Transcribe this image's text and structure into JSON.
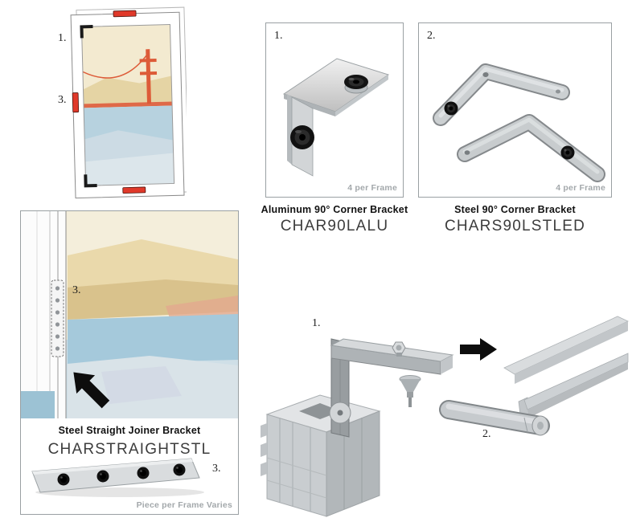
{
  "frame_overview": {
    "callout_corner": "1.",
    "callout_joiner": "3."
  },
  "aluminum_bracket": {
    "callout": "1.",
    "qty_note": "4 per Frame",
    "title": "Aluminum 90° Corner Bracket",
    "sku": "CHAR90LALU"
  },
  "steel_bracket": {
    "callout": "2.",
    "qty_note": "4 per Frame",
    "title": "Steel 90° Corner Bracket",
    "sku": "CHARS90LSTLED"
  },
  "straight_bracket": {
    "detail_callout": "3.",
    "title": "Steel Straight Joiner Bracket",
    "sku": "CHARSTRAIGHTSTL",
    "strip_callout": "3.",
    "qty_note": "Piece per Frame Varies"
  },
  "assembly": {
    "callout_bracket1": "1.",
    "callout_bracket2": "2."
  },
  "colors": {
    "accent_red": "#e0392a",
    "note_gray": "#a3a8ab",
    "panel_border": "#9aa0a3",
    "metal_light": "#d6d9db",
    "metal_dark": "#8e9396"
  }
}
